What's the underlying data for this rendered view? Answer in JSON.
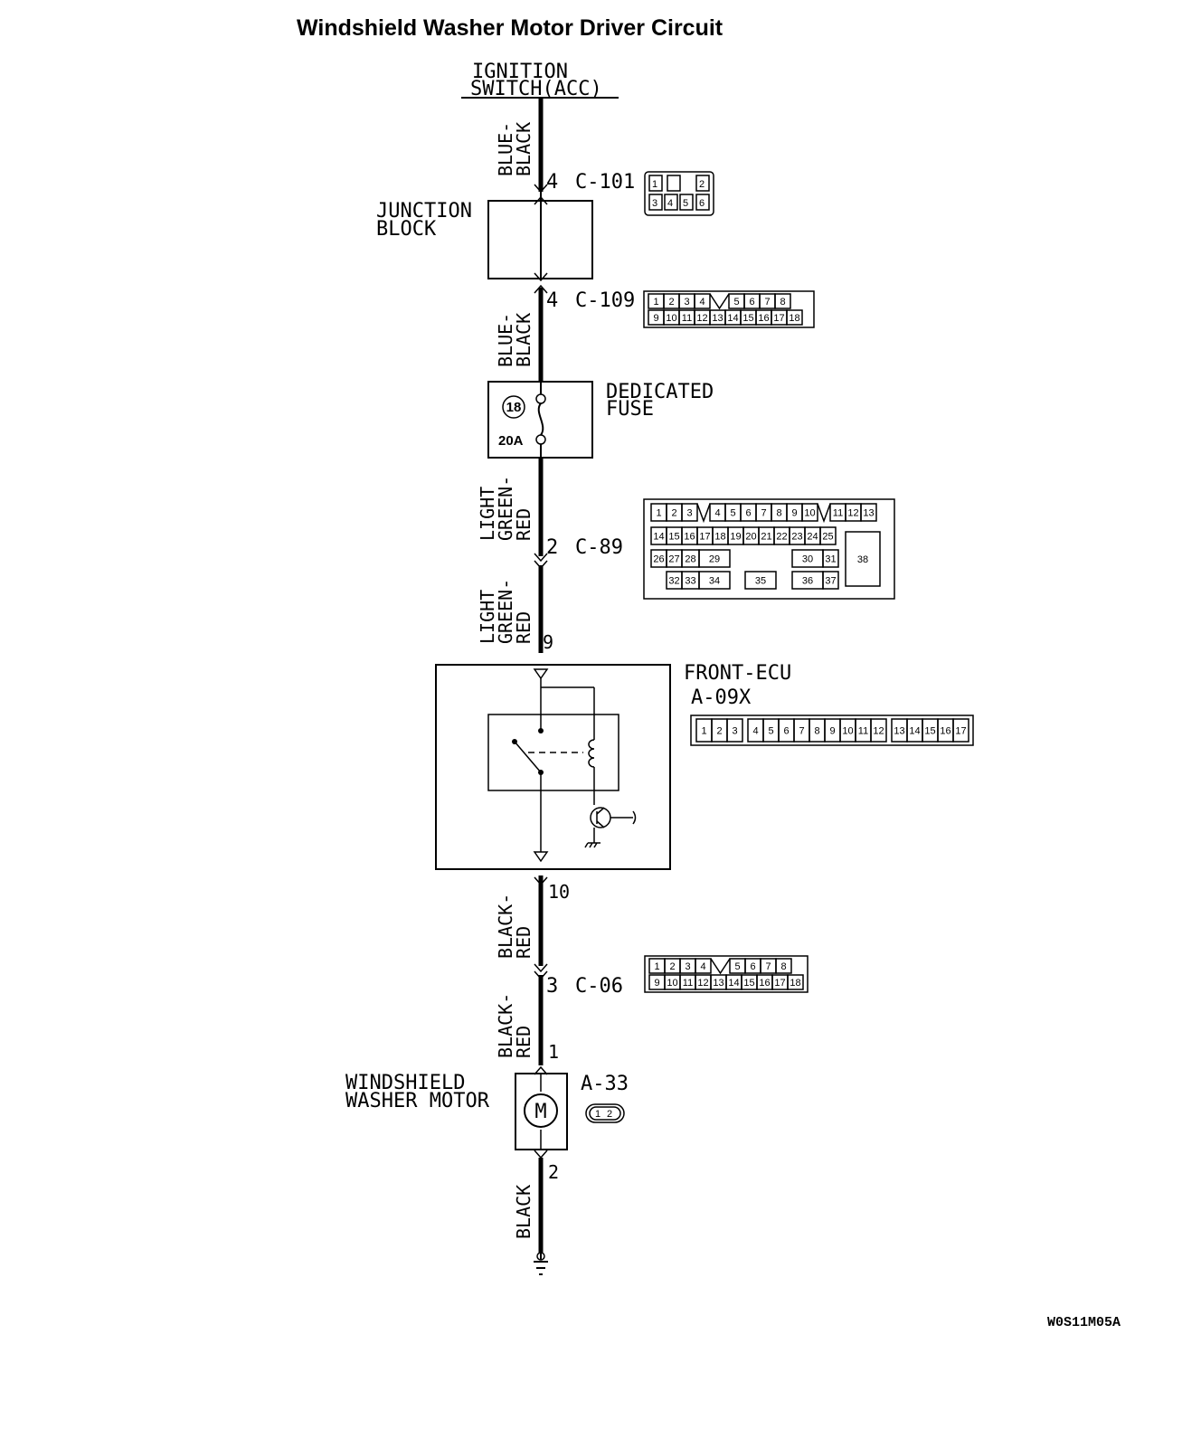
{
  "title": "Windshield Washer Motor Driver Circuit",
  "figure_code": "W0S11M05A",
  "source": {
    "line1": "IGNITION",
    "line2": "SWITCH(ACC)"
  },
  "wires": {
    "w1": {
      "line1": "BLUE-",
      "line2": "BLACK"
    },
    "w2": {
      "line1": "BLUE-",
      "line2": "BLACK"
    },
    "w3": {
      "line1": "LIGHT",
      "line2": "GREEN-",
      "line3": "RED"
    },
    "w4": {
      "line1": "LIGHT",
      "line2": "GREEN-",
      "line3": "RED"
    },
    "w5": {
      "line1": "BLACK-",
      "line2": "RED"
    },
    "w6": {
      "line1": "BLACK-",
      "line2": "RED"
    },
    "w7": {
      "line1": "BLACK"
    }
  },
  "connectors": {
    "c101": {
      "pin": "4",
      "name": "C-101",
      "pins": [
        "1",
        "2",
        "3",
        "4",
        "5",
        "6"
      ]
    },
    "c109": {
      "pin": "4",
      "name": "C-109",
      "top": [
        "1",
        "2",
        "3",
        "4",
        "5",
        "6",
        "7",
        "8"
      ],
      "bottom": [
        "9",
        "10",
        "11",
        "12",
        "13",
        "14",
        "15",
        "16",
        "17",
        "18"
      ]
    },
    "c89": {
      "pin": "2",
      "name": "C-89",
      "row1": [
        "1",
        "2",
        "3",
        "4",
        "5",
        "6",
        "7",
        "8",
        "9",
        "10",
        "11",
        "12",
        "13"
      ],
      "row2": [
        "14",
        "15",
        "16",
        "17",
        "18",
        "19",
        "20",
        "21",
        "22",
        "23",
        "24",
        "25"
      ],
      "row3": [
        "26",
        "27",
        "28",
        "29",
        "30",
        "31"
      ],
      "row4": [
        "32",
        "33",
        "34",
        "35",
        "36",
        "37"
      ],
      "big": "38"
    },
    "a09x": {
      "name": "A-09X",
      "pin_in": "9",
      "pin_out": "10",
      "pins": [
        "1",
        "2",
        "3",
        "4",
        "5",
        "6",
        "7",
        "8",
        "9",
        "10",
        "11",
        "12",
        "13",
        "14",
        "15",
        "16",
        "17"
      ]
    },
    "c06": {
      "pin": "3",
      "name": "C-06",
      "top": [
        "1",
        "2",
        "3",
        "4",
        "5",
        "6",
        "7",
        "8"
      ],
      "bottom": [
        "9",
        "10",
        "11",
        "12",
        "13",
        "14",
        "15",
        "16",
        "17",
        "18"
      ]
    },
    "a33": {
      "name": "A-33",
      "pin_in": "1",
      "pin_out": "2",
      "pins": [
        "1",
        "2"
      ]
    }
  },
  "components": {
    "junction_block": {
      "line1": "JUNCTION",
      "line2": "BLOCK"
    },
    "fuse": {
      "line1": "DEDICATED",
      "line2": "FUSE",
      "number": "18",
      "rating": "20A"
    },
    "ecu": {
      "label": "FRONT-ECU"
    },
    "motor": {
      "line1": "WINDSHIELD",
      "line2": "WASHER MOTOR",
      "symbol": "M"
    }
  }
}
